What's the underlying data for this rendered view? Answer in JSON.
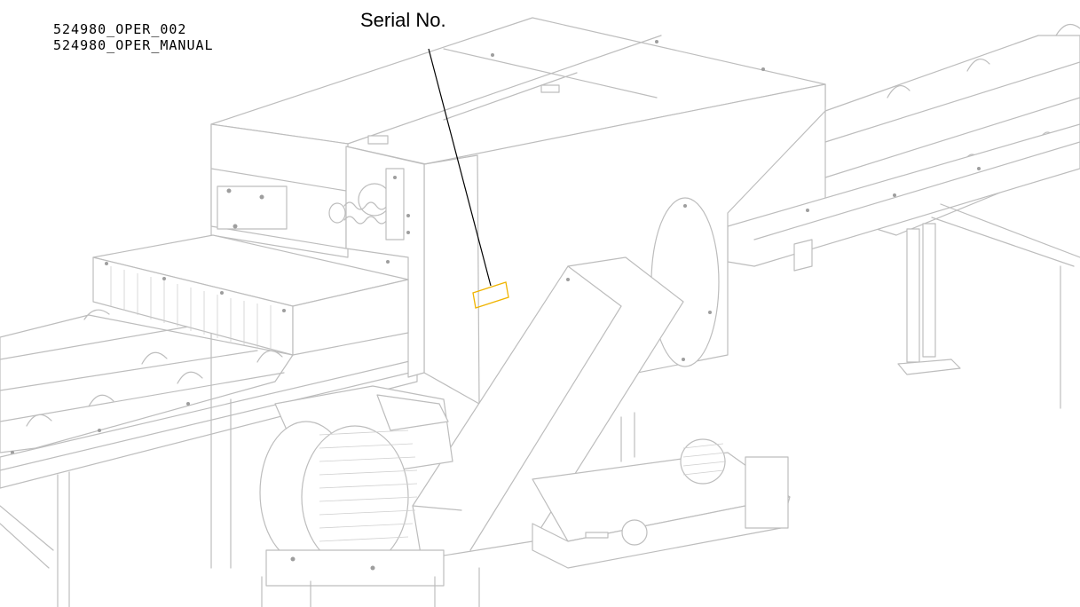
{
  "document": {
    "id_line_1": "524980_OPER_002",
    "id_line_2": "524980_OPER_MANUAL"
  },
  "callout": {
    "label": "Serial No.",
    "leader_color": "#000000",
    "highlight_color": "#f0b400"
  },
  "line_color": "#bdbdbd"
}
